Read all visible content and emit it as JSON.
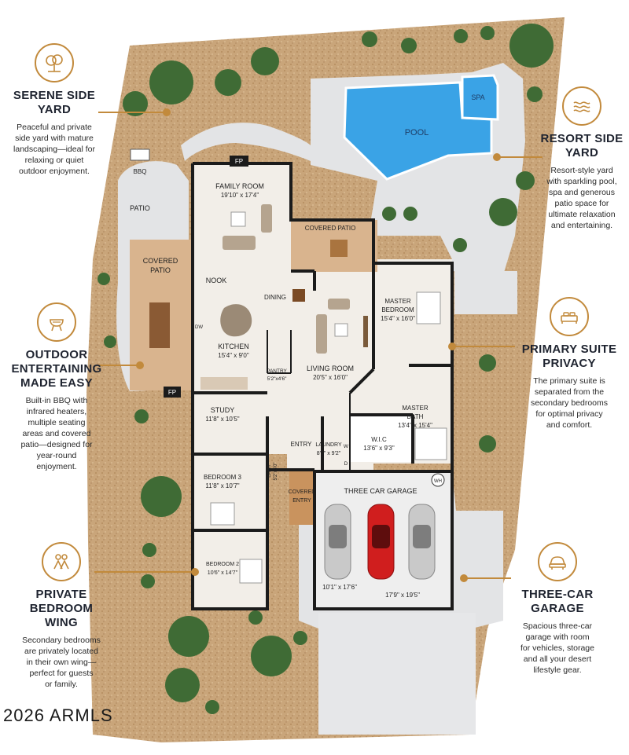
{
  "rooms": {
    "family_room": {
      "name": "FAMILY ROOM",
      "dims": "19'10\" x 17'4\""
    },
    "fp_top": "FP",
    "fp_bottom": "FP",
    "bbq": "BBQ",
    "patio": "PATIO",
    "covered_patio_left": {
      "line1": "COVERED",
      "line2": "PATIO"
    },
    "covered_patio_center": "COVERED PATIO",
    "nook": "NOOK",
    "dining": "DINING",
    "kitchen": {
      "name": "KITCHEN",
      "dims": "15'4\" x 9'0\""
    },
    "dw": "DW",
    "pantry": {
      "name": "PANTRY",
      "dims": "5'2\"x4'6\""
    },
    "living_room": {
      "name": "LIVING ROOM",
      "dims": "20'5\" x 16'0\""
    },
    "master_bedroom": {
      "line1": "MASTER",
      "line2": "BEDROOM",
      "dims": "15'4\" x 16'0\""
    },
    "master_bath": {
      "line1": "MASTER",
      "line2": "BATH",
      "dims": "13'4\" x 15'4\""
    },
    "wic": {
      "name": "W.I.C",
      "dims": "13'6\" x 9'3\""
    },
    "study": {
      "name": "STUDY",
      "dims": "11'8\" x 10'5\""
    },
    "entry": "ENTRY",
    "laundry": {
      "name": "LAUNDRY",
      "dims": "8'0\" x 9'2\""
    },
    "washer": "W",
    "dryer": "D",
    "bath2": {
      "name": "BATH",
      "dims": "5'2\"x3'0\""
    },
    "covered_entry": {
      "line1": "COVERED",
      "line2": "ENTRY"
    },
    "bedroom3": {
      "name": "BEDROOM 3",
      "dims": "11'8\" x 10'7\""
    },
    "bedroom2": {
      "name": "BEDROOM 2",
      "dims": "10'6\" x 14'7\""
    },
    "garage": {
      "name": "THREE CAR GARAGE",
      "dims_left": "10'1\" x 17'6\"",
      "dims_right": "17'9\" x 19'5\"",
      "wh": "WH"
    },
    "pool": "POOL",
    "spa": "SPA"
  },
  "callouts": {
    "side_yard": {
      "title1": "SERENE SIDE",
      "title2": "YARD",
      "text": [
        "Peaceful and private",
        "side yard with mature",
        "landscaping—ideal for",
        "relaxing or quiet",
        "outdoor enjoyment."
      ],
      "icon": "tree-icon"
    },
    "outdoor": {
      "title1": "OUTDOOR",
      "title2": "ENTERTAINING",
      "title3": "MADE EASY",
      "text": [
        "Built-in BBQ with",
        "infrared heaters,",
        "multiple seating",
        "areas and covered",
        "patio—designed for",
        "year-round",
        "enjoyment."
      ],
      "icon": "grill-icon"
    },
    "bedroom_wing": {
      "title1": "PRIVATE BEDROOM",
      "title2": "WING",
      "text": [
        "Secondary bedrooms",
        "are privately located",
        "in their own wing—",
        "perfect for guests",
        "or family."
      ],
      "icon": "people-icon"
    },
    "resort": {
      "title1": "RESORT SIDE",
      "title2": "YARD",
      "text": [
        "Resort-style yard",
        "with sparkling pool,",
        "spa and generous",
        "patio space for",
        "ultimate relaxation",
        "and entertaining."
      ],
      "icon": "water-icon"
    },
    "primary_suite": {
      "title1": "PRIMARY SUITE",
      "title2": "PRIVACY",
      "text": [
        "The primary suite is",
        "separated from the",
        "secondary bedrooms",
        "for optimal privacy",
        "and comfort."
      ],
      "icon": "bed-icon"
    },
    "garage": {
      "title1": "THREE-CAR",
      "title2": "GARAGE",
      "text": [
        "Spacious three-car",
        "garage with room",
        "for vehicles, storage",
        "and all your desert",
        "lifestyle gear."
      ],
      "icon": "car-icon"
    }
  },
  "copyright": "2026 ARMLS",
  "colors": {
    "accent": "#c28a3c",
    "pool": "#3aa3e6",
    "desert": "#c9a57a",
    "wall": "#1b1b1b",
    "floor": "#f2eee8"
  }
}
